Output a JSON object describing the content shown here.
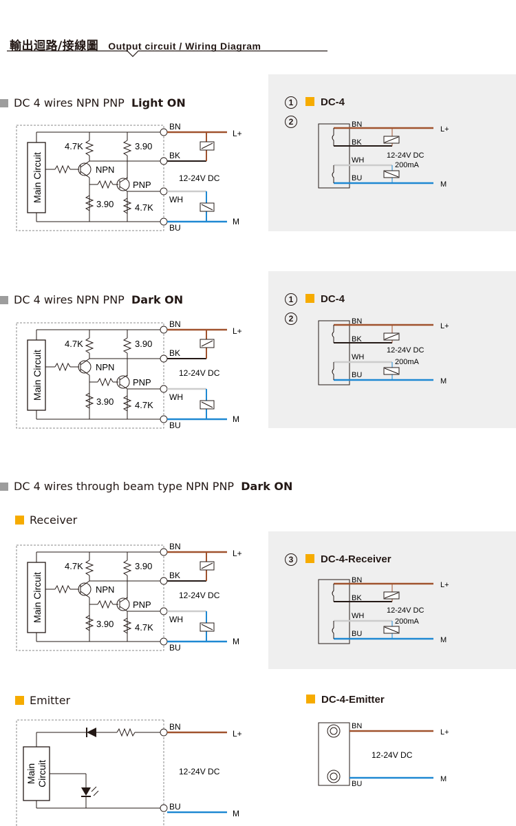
{
  "page": {
    "title_zh": "輸出迴路/接線圖",
    "title_en": "Output circuit / Wiring Diagram"
  },
  "sections": {
    "light_on": {
      "label": "DC 4 wires NPN PNP",
      "mode": "Light ON"
    },
    "dark_on": {
      "label": "DC 4 wires NPN PNP",
      "mode": "Dark ON"
    },
    "through_beam": {
      "label": "DC 4 wires through beam type NPN PNP",
      "mode": "Dark ON"
    }
  },
  "subheadings": {
    "receiver": "Receiver",
    "emitter": "Emitter"
  },
  "circuit": {
    "main_circuit": "Main Circuit",
    "main": "Main",
    "circuit_word": "Circuit",
    "r_top_left": "4.7K",
    "r_top_right": "3.90",
    "r_bottom_left": "3.90",
    "r_bottom_right": "4.7K",
    "npn": "NPN",
    "pnp": "PNP",
    "voltage": "12-24V DC",
    "current": "200mA",
    "l_plus": "L+",
    "m": "M"
  },
  "wires": {
    "bn": "BN",
    "bk": "BK",
    "wh": "WH",
    "bu": "BU"
  },
  "connectors": {
    "n1": "1",
    "n2": "2",
    "n3": "3",
    "dc4": "DC-4",
    "dc4_receiver": "DC-4-Receiver",
    "dc4_emitter": "DC-4-Emitter"
  },
  "colors": {
    "brown": "#a0522d",
    "blue": "#1e88d2",
    "black": "#231815",
    "light_gray": "#cccccc",
    "panel_gray": "#efefef",
    "square_gray": "#9d9d9d",
    "yellow": "#f6ab00"
  }
}
